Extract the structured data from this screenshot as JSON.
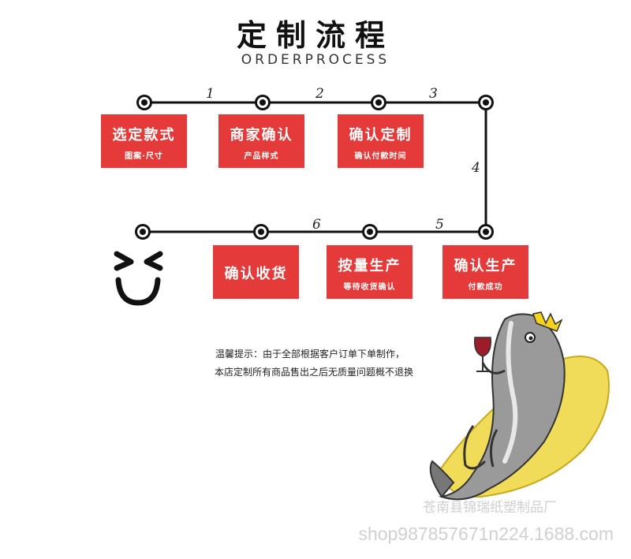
{
  "header": {
    "title": "定制流程",
    "subtitle": "ORDERPROCESS"
  },
  "steps": [
    {
      "label": "选定款式",
      "sub": "图案·尺寸"
    },
    {
      "label": "商家确认",
      "sub": "产品样式"
    },
    {
      "label": "确认定制",
      "sub": "确认付款时间"
    },
    {
      "label": "确认生产",
      "sub": "付款成功"
    },
    {
      "label": "按量生产",
      "sub": "等待收货确认"
    },
    {
      "label": "确认收货",
      "sub": ""
    }
  ],
  "numbers": [
    "1",
    "2",
    "3",
    "4",
    "5",
    "6"
  ],
  "notice": {
    "line1": "温馨提示：由于全部根据客户订单下单制作，",
    "line2": "本店定制所有商品售出之后无质量问题概不退换"
  },
  "watermark": {
    "factory": "苍南县锦瑞纸塑制品厂",
    "shop": "shop987857671n224.1688.com"
  },
  "colors": {
    "accent": "#e53a3a",
    "line": "#111111",
    "crown": "#f5d21b",
    "pillow": "#f1dc5a"
  },
  "icons": {
    "smiley": "smiley-face-icon",
    "fish": "fish-king-illustration"
  }
}
